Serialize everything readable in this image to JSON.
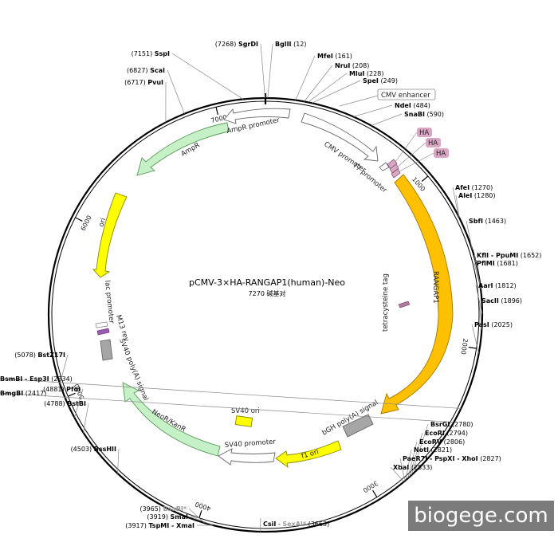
{
  "plasmid": {
    "name": "pCMV-3×HA-RANGAP1(human)-Neo",
    "size_label": "7270 碱基对",
    "length": 7270
  },
  "watermark": "biogege.com",
  "ticks": [
    {
      "pos": 1000,
      "label": "1000"
    },
    {
      "pos": 2000,
      "label": "2000"
    },
    {
      "pos": 3000,
      "label": "3000"
    },
    {
      "pos": 4000,
      "label": "4000"
    },
    {
      "pos": 5000,
      "label": "5000"
    },
    {
      "pos": 6000,
      "label": "6000"
    },
    {
      "pos": 7000,
      "label": "7000"
    }
  ],
  "sites": [
    {
      "name": "BglII",
      "pos": 12,
      "pos_text": "(12)",
      "side": "right"
    },
    {
      "name": "MfeI",
      "pos": 161,
      "pos_text": "(161)",
      "side": "right"
    },
    {
      "name": "NruI",
      "pos": 208,
      "pos_text": "(208)",
      "side": "right"
    },
    {
      "name": "MluI",
      "pos": 228,
      "pos_text": "(228)",
      "side": "right"
    },
    {
      "name": "SpeI",
      "pos": 249,
      "pos_text": "(249)",
      "side": "right"
    },
    {
      "name": "NdeI",
      "pos": 484,
      "pos_text": "(484)",
      "side": "right"
    },
    {
      "name": "SnaBI",
      "pos": 590,
      "pos_text": "(590)",
      "side": "right"
    },
    {
      "name": "AfeI",
      "pos": 1270,
      "pos_text": "(1270)",
      "side": "right"
    },
    {
      "name": "AleI",
      "pos": 1280,
      "pos_text": "(1280)",
      "side": "right"
    },
    {
      "name": "SbfI",
      "pos": 1463,
      "pos_text": "(1463)",
      "side": "right"
    },
    {
      "name": "KflI - PpuMI",
      "pos": 1652,
      "pos_text": "(1652)",
      "side": "right"
    },
    {
      "name": "PflMI",
      "pos": 1681,
      "pos_text": "(1681)",
      "side": "right"
    },
    {
      "name": "AarI",
      "pos": 1812,
      "pos_text": "(1812)",
      "side": "right"
    },
    {
      "name": "SacII",
      "pos": 1896,
      "pos_text": "(1896)",
      "side": "right"
    },
    {
      "name": "PasI",
      "pos": 2025,
      "pos_text": "(2025)",
      "side": "right"
    },
    {
      "name": "BsmBI - Esp3I",
      "pos": 2334,
      "pos_text": "(2334)",
      "side": "right"
    },
    {
      "name": "BmgBI",
      "pos": 2417,
      "pos_text": "(2417)",
      "side": "right"
    },
    {
      "name": "BsrGI",
      "pos": 2780,
      "pos_text": "(2780)",
      "side": "right"
    },
    {
      "name": "EcoRI",
      "pos": 2794,
      "pos_text": "(2794)",
      "side": "right"
    },
    {
      "name": "EcoRV",
      "pos": 2806,
      "pos_text": "(2806)",
      "side": "right"
    },
    {
      "name": "NotI",
      "pos": 2821,
      "pos_text": "(2821)",
      "side": "right"
    },
    {
      "name": "PaeR7I - PspXI - XhoI",
      "pos": 2827,
      "pos_text": "(2827)",
      "side": "right"
    },
    {
      "name": "XbaI",
      "pos": 2833,
      "pos_text": "(2833)",
      "side": "right"
    },
    {
      "name": "CsiI",
      "extra": "SexAI*",
      "pos": 3663,
      "pos_text": "(3663)",
      "side": "center"
    },
    {
      "name": "BsaBI*",
      "pos": 3965,
      "pos_text": "(3965)",
      "side": "left",
      "gray": true
    },
    {
      "name": "SmaI",
      "pos": 3919,
      "pos_text": "(3919)",
      "side": "left"
    },
    {
      "name": "TspMI - XmaI",
      "pos": 3917,
      "pos_text": "(3917)",
      "side": "left"
    },
    {
      "name": "BssHII",
      "pos": 4503,
      "pos_text": "(4503)",
      "side": "left"
    },
    {
      "name": "BstBI",
      "pos": 4788,
      "pos_text": "(4788)",
      "side": "left"
    },
    {
      "name": "PfoI",
      "pos": 4881,
      "pos_text": "(4881)",
      "side": "left"
    },
    {
      "name": "BstZ17I",
      "pos": 5078,
      "pos_text": "(5078)",
      "side": "left"
    },
    {
      "name": "PvuI",
      "pos": 6717,
      "pos_text": "(6717)",
      "side": "left"
    },
    {
      "name": "ScaI",
      "pos": 6827,
      "pos_text": "(6827)",
      "side": "left"
    },
    {
      "name": "SspI",
      "pos": 7151,
      "pos_text": "(7151)",
      "side": "left"
    },
    {
      "name": "SgrDI",
      "pos": 7268,
      "pos_text": "(7268)",
      "side": "left"
    }
  ],
  "features": [
    {
      "name": "CMV enhancer",
      "type": "label-box",
      "color": "#ffffff"
    },
    {
      "name": "CMV promoter",
      "type": "arrow",
      "start": 590,
      "end": 930,
      "color": "#ffffff"
    },
    {
      "name": "T7 promoter",
      "type": "small",
      "color": "#ffffff"
    },
    {
      "name": "HA",
      "type": "tag",
      "color": "#d9a6c4"
    },
    {
      "name": "RANGAP1",
      "type": "arrow",
      "start": 1050,
      "end": 2850,
      "color": "#ffc000"
    },
    {
      "name": "tetracysteine tag",
      "type": "small",
      "color": "#b07aa1"
    },
    {
      "name": "bGH poly(A) signal",
      "type": "box",
      "color": "#a6a6a6"
    },
    {
      "name": "f1 ori",
      "type": "arrow",
      "color": "#ffff00"
    },
    {
      "name": "SV40 promoter",
      "type": "arrow",
      "color": "#ffffff"
    },
    {
      "name": "SV40 ori",
      "type": "box",
      "color": "#ffff00"
    },
    {
      "name": "NeoR/KanR",
      "type": "arrow",
      "color": "#c6f0c6"
    },
    {
      "name": "SV40 poly(A) signal",
      "type": "box",
      "color": "#a6a6a6"
    },
    {
      "name": "M13 rev",
      "type": "small",
      "color": "#ffffff"
    },
    {
      "name": "lac promoter",
      "type": "small",
      "color": "#ffffff"
    },
    {
      "name": "ori",
      "type": "arrow",
      "color": "#ffff00"
    },
    {
      "name": "AmpR",
      "type": "arrow",
      "color": "#c6f0c6"
    },
    {
      "name": "AmpR promoter",
      "type": "arrow",
      "color": "#ffffff"
    }
  ],
  "colors": {
    "backbone": "#000000",
    "orf": "#ffc000",
    "resistance": "#c6f0c6",
    "ori": "#ffff00",
    "polyA": "#a6a6a6",
    "tag": "#d9a6c4",
    "watermark_bg": "#7b7b7b"
  }
}
